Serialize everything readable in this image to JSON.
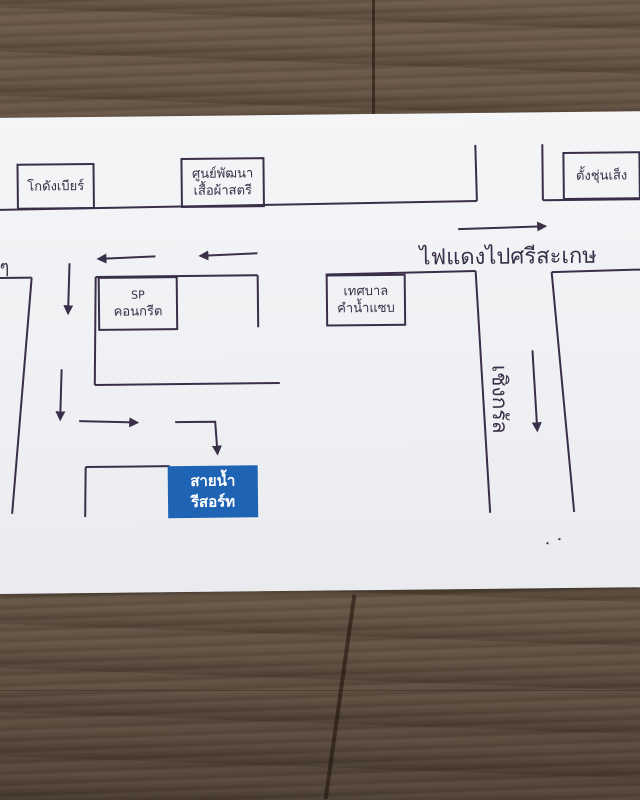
{
  "landmarks": {
    "kotang_beer": "โกดังเบียร์",
    "women_dev_center_line1": "ศูนย์พัฒนา",
    "women_dev_center_line2": "เสื้อผ้าสตรี",
    "tang_chun_seng": "ตั้งชุ่นเส็ง",
    "sp_line1": "SP",
    "sp_line2": "คอนกรีต",
    "municipality_line1": "เทศบาล",
    "municipality_line2": "คำน้ำแซบ",
    "resort_line1": "สายน้ำ",
    "resort_line2": "รีสอร์ท"
  },
  "roads": {
    "to_sisaket": "ไฟแดงไปศรีสะเกษ",
    "chiang_kran": "เชิงกรัล",
    "left_edge_cut": "ๆ"
  },
  "colors": {
    "ink": "#3a2f48",
    "resort_bg": "#1f64b4",
    "card": "#f1f2f5"
  }
}
